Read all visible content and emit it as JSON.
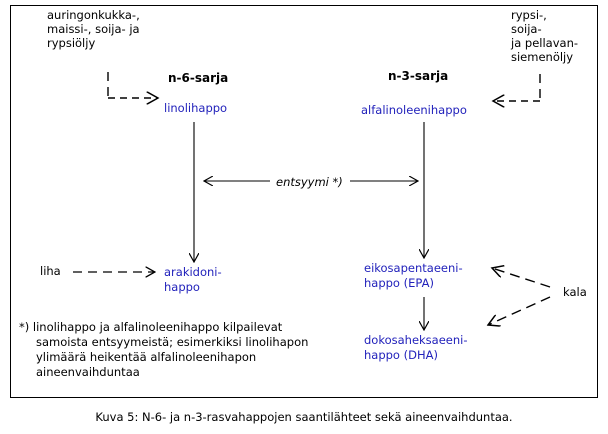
{
  "figure": {
    "caption": "Kuva 5: N-6- ja n-3-rasvahappojen saantilähteet sekä aineenvaihduntaa.",
    "colors": {
      "node_blue": "#2222bb",
      "text_black": "#000000",
      "frame": "#000000",
      "background": "#ffffff"
    }
  },
  "sources": {
    "left": {
      "name": "n-6-source-oils",
      "lines": [
        "auringonkukka-,",
        "maissi-, soija- ja",
        "rypsiöljy"
      ]
    },
    "right": {
      "name": "n-3-source-oils",
      "lines": [
        "rypsi-,",
        "soija-",
        "ja pellavan-",
        "siemenöljy"
      ]
    },
    "meat": "liha",
    "fish": "kala"
  },
  "series": {
    "n6": {
      "heading": "n-6-sarja",
      "nodes": [
        {
          "id": "linolihappo",
          "lines": [
            "linolihappo"
          ]
        },
        {
          "id": "arakidonihappo",
          "lines": [
            "arakidoni-",
            "happo"
          ]
        }
      ]
    },
    "n3": {
      "heading": "n-3-sarja",
      "nodes": [
        {
          "id": "alfalinoleenihappo",
          "lines": [
            "alfalinoleenihappo"
          ]
        },
        {
          "id": "epa",
          "lines": [
            "eikosapentaeeni-",
            "happo (EPA)"
          ]
        },
        {
          "id": "dha",
          "lines": [
            "dokosaheksaeeni-",
            "happo (DHA)"
          ]
        }
      ]
    }
  },
  "enzyme_label": "entsyymi *)",
  "footnote": {
    "lines": [
      "*) linolihappo ja alfalinoleenihappo kilpailevat",
      "samoista entsyymeistä; esimerkiksi linolihapon",
      "ylimäärä heikentää alfalinoleenihapon",
      "aineenvaihduntaa"
    ]
  }
}
